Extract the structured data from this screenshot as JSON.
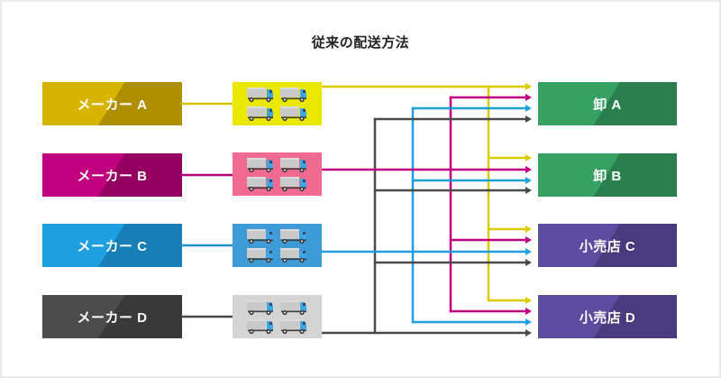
{
  "title": "従来の配送方法",
  "makers": [
    {
      "label": "メーカー A",
      "color_light": "#d6b400",
      "color_dark": "#ad8f00",
      "truck_bg": "#ebe800",
      "line_color": "#d8cc00",
      "connector_color": "#d4bf00"
    },
    {
      "label": "メーカー B",
      "color_light": "#c0007f",
      "color_dark": "#930060",
      "truck_bg": "#f06a91",
      "line_color": "#c0007f",
      "connector_color": "#b8007a"
    },
    {
      "label": "メーカー C",
      "color_light": "#1ea0e0",
      "color_dark": "#177fb6",
      "truck_bg": "#3e9bd7",
      "line_color": "#1ea0e0",
      "connector_color": "#1b94d2"
    },
    {
      "label": "メーカー D",
      "color_light": "#4b4b4b",
      "color_dark": "#393939",
      "truck_bg": "#d4d4d4",
      "line_color": "#4a4a4a",
      "connector_color": "#4a4a4a"
    }
  ],
  "destinations": [
    {
      "label": "卸 A",
      "color_light": "#36a163",
      "color_dark": "#2b7f4e"
    },
    {
      "label": "卸 B",
      "color_light": "#36a163",
      "color_dark": "#2b7f4e"
    },
    {
      "label": "小売店 C",
      "color_light": "#5c4b9f",
      "color_dark": "#493b7e"
    },
    {
      "label": "小売店 D",
      "color_light": "#5c4b9f",
      "color_dark": "#493b7e"
    }
  ],
  "trucks_per_maker": 4,
  "truck_colors": {
    "cargo": "#c9c9c9",
    "cargo_top": "#dcdcdc",
    "cab": "#3fa6e4",
    "window": "#3b4565",
    "chassis": "#3c3c3c",
    "wheel": "#3c3c3c",
    "hub": "#ffffff"
  },
  "routes": [
    {
      "maker": 0,
      "destination": 0
    },
    {
      "maker": 0,
      "destination": 1
    },
    {
      "maker": 0,
      "destination": 2
    },
    {
      "maker": 0,
      "destination": 3
    },
    {
      "maker": 1,
      "destination": 0
    },
    {
      "maker": 1,
      "destination": 1
    },
    {
      "maker": 1,
      "destination": 2
    },
    {
      "maker": 1,
      "destination": 3
    },
    {
      "maker": 2,
      "destination": 0
    },
    {
      "maker": 2,
      "destination": 1
    },
    {
      "maker": 2,
      "destination": 2
    },
    {
      "maker": 2,
      "destination": 3
    },
    {
      "maker": 3,
      "destination": 0
    },
    {
      "maker": 3,
      "destination": 1
    },
    {
      "maker": 3,
      "destination": 2
    },
    {
      "maker": 3,
      "destination": 3
    }
  ]
}
